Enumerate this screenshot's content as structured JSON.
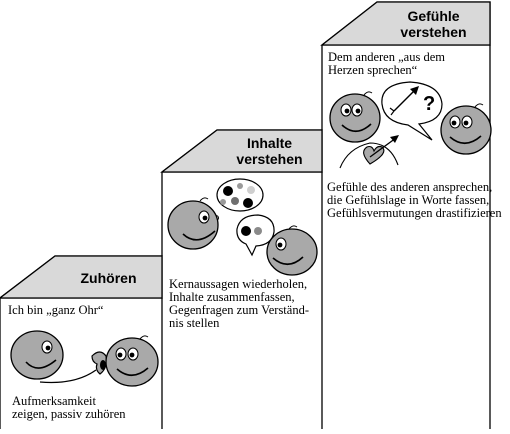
{
  "steps": [
    {
      "title": "Zuhören",
      "caption_top": "Ich bin „ganz Ohr“",
      "caption_bottom": "Aufmerksamkeit\nzeigen, passiv zuhören"
    },
    {
      "title": "Inhalte\nverstehen",
      "caption_bottom": "Kernaussagen wiederholen,\nInhalte zusammenfassen,\nGegenfragen zum Verständ-\nnis stellen"
    },
    {
      "title": "Gefühle\nverstehen",
      "caption_top": "Dem anderen „aus dem\nHerzen sprechen“",
      "caption_bottom": "Gefühle des anderen ansprechen,\ndie Gefühlslage in Worte fassen,\nGefühlsvermutungen drastifizieren"
    }
  ],
  "colors": {
    "face_fill": "#a9a9a9",
    "step_fill": "#d9d9d9",
    "line": "#000000"
  },
  "icons": [
    "smiley-face-icon",
    "ear-icon",
    "speech-bubble-icon",
    "thought-bubble-icon",
    "arrow-icon",
    "heart-icon",
    "question-mark-icon"
  ]
}
